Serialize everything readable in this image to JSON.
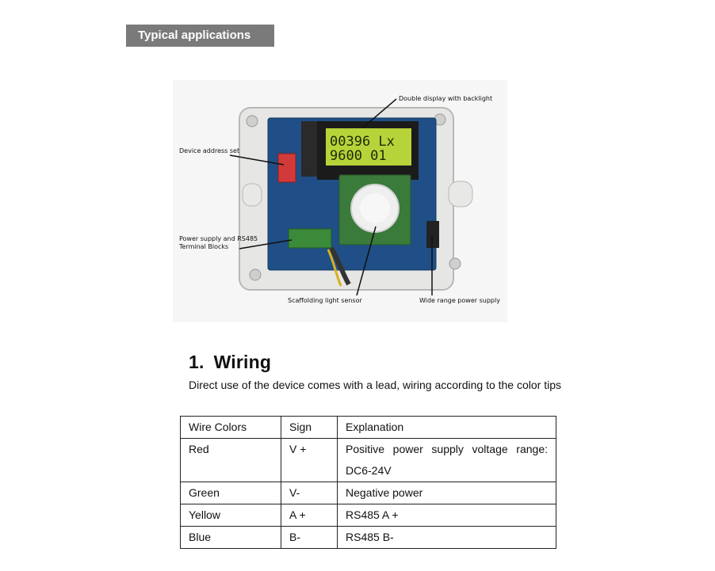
{
  "section": {
    "title": "Typical applications"
  },
  "figure": {
    "callouts": {
      "display": "Double display with backlight",
      "address": "Device address set",
      "power_terminal_line1": "Power supply and RS485",
      "power_terminal_line2": "Terminal Blocks",
      "light_sensor": "Scaffolding light sensor",
      "power_supply": "Wide range power supply"
    },
    "lcd": {
      "line1": "00396 Lx",
      "line2": "9600  01"
    }
  },
  "heading": {
    "number": "1.",
    "title": "Wiring"
  },
  "intro": "Direct use of the device comes with a lead, wiring according to the color tips",
  "table": {
    "headers": [
      "Wire Colors",
      "Sign",
      "Explanation"
    ],
    "rows": [
      [
        "Red",
        "V +",
        "Positive power supply voltage range: DC6-24V"
      ],
      [
        "Green",
        "V-",
        "Negative power"
      ],
      [
        "Yellow",
        "A +",
        "RS485 A +"
      ],
      [
        "Blue",
        "B-",
        "RS485 B-"
      ]
    ]
  },
  "colors": {
    "banner": "#7a7a7a",
    "lcd": "#b6d43a",
    "pcb": "#1f4f86"
  }
}
